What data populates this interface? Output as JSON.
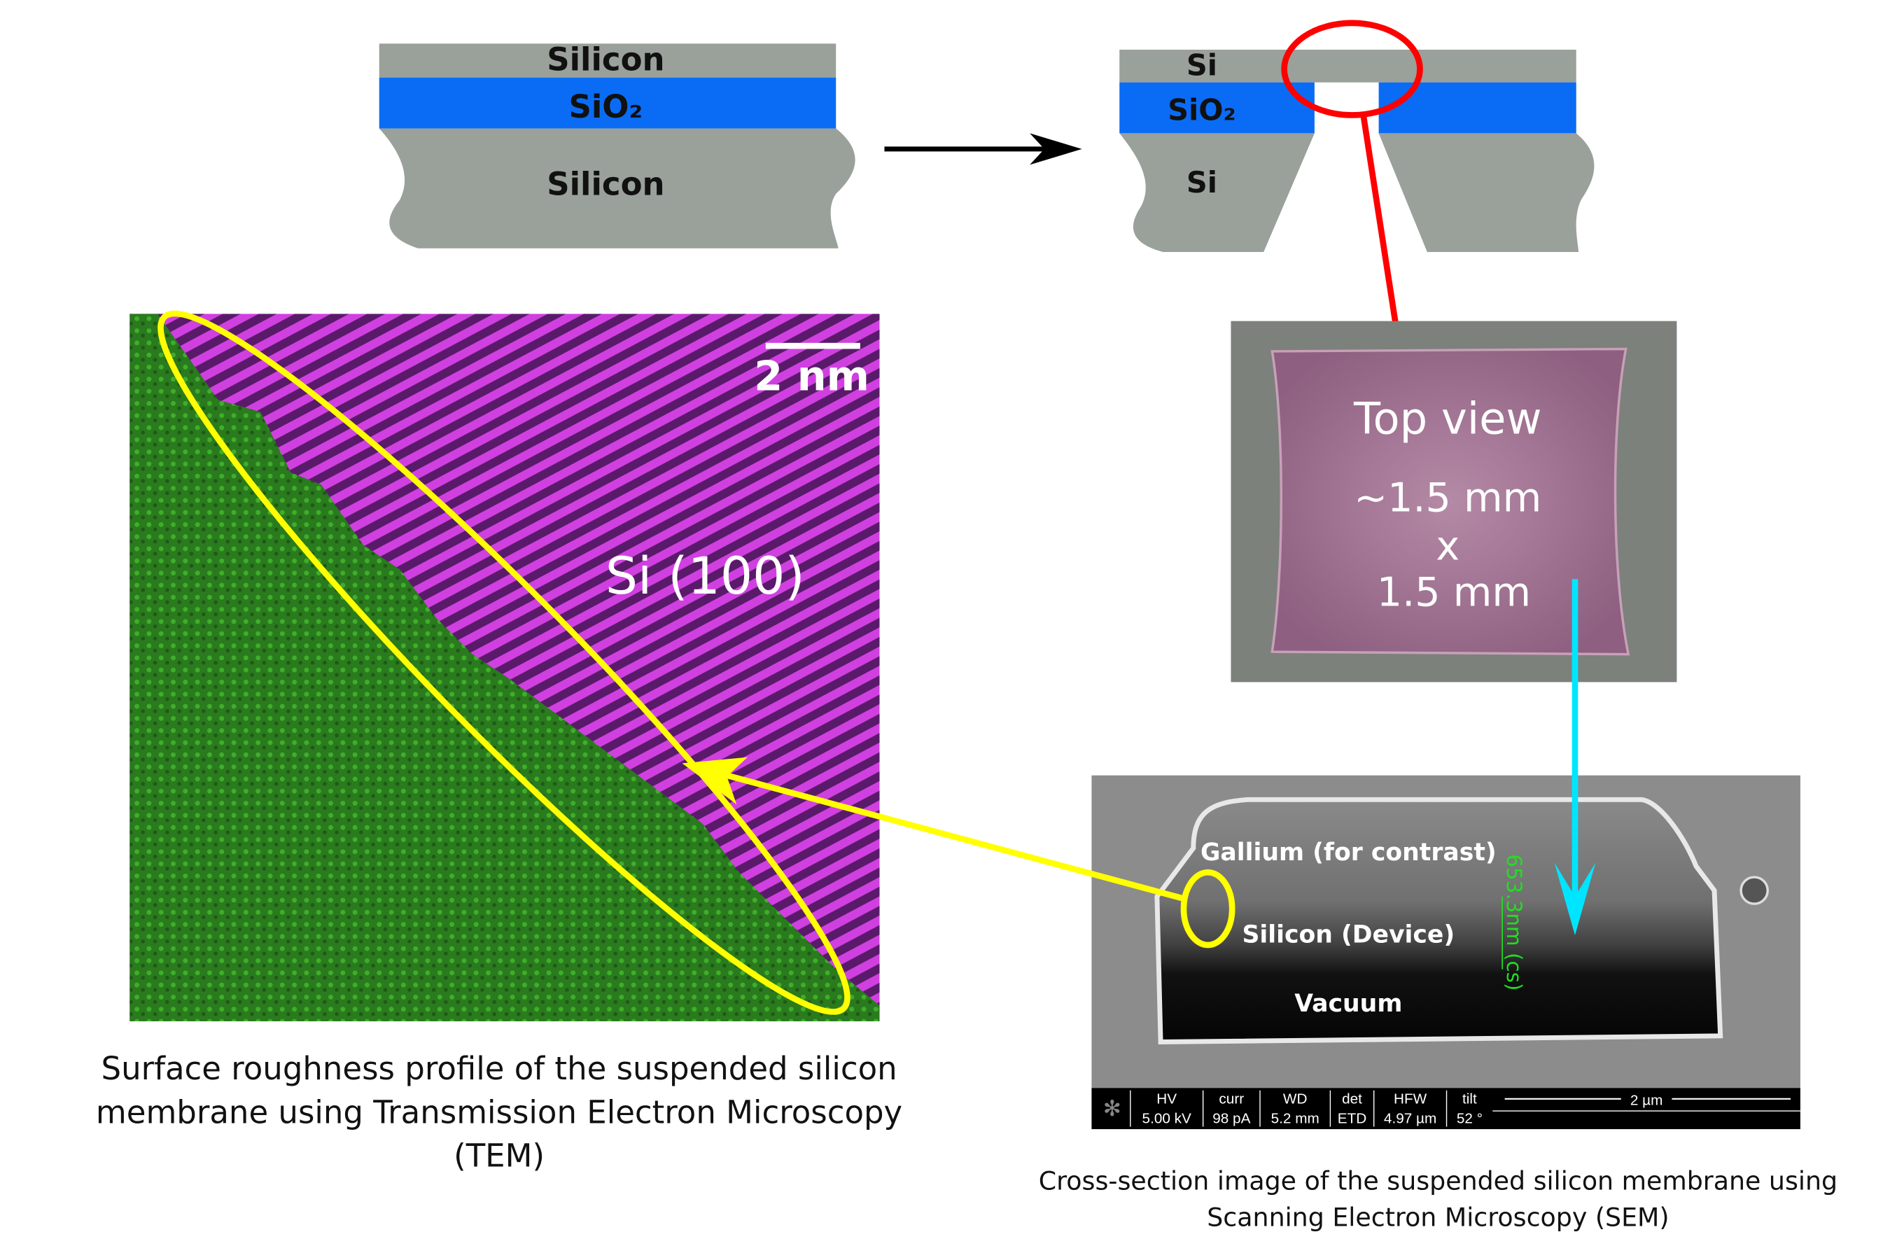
{
  "colors": {
    "silicon": "#9aa09a",
    "sio2": "#0a6cf5",
    "red": "#ff0000",
    "cyan": "#00e5ff",
    "yellow": "#ffff00",
    "tem_green": "#2f8f1f",
    "tem_magenta": "#c030d0",
    "measure_green": "#22dd22"
  },
  "left_stack": {
    "top": "Silicon",
    "middle": "SiO₂",
    "bottom": "Silicon"
  },
  "right_stack": {
    "top": "Si",
    "middle": "SiO₂",
    "bottom": "Si"
  },
  "top_view": {
    "title": "Top view",
    "dim1": "~1.5 mm",
    "x": "x",
    "dim2": "1.5 mm"
  },
  "tem": {
    "scale_label": "2 nm",
    "material": "Si (100)",
    "caption": [
      "Surface roughness profile of the suspended silicon",
      "membrane using Transmission Electron Microscopy",
      "(TEM)"
    ]
  },
  "sem": {
    "gallium": "Gallium (for contrast)",
    "silicon": "Silicon (Device)",
    "vacuum": "Vacuum",
    "measurement": "653.3nm (cs)",
    "info": [
      {
        "k": "HV",
        "v": "5.00 kV"
      },
      {
        "k": "curr",
        "v": "98 pA"
      },
      {
        "k": "WD",
        "v": "5.2 mm"
      },
      {
        "k": "det",
        "v": "ETD"
      },
      {
        "k": "HFW",
        "v": "4.97 µm"
      },
      {
        "k": "tilt",
        "v": "52 °"
      }
    ],
    "scale": "2 µm",
    "caption": [
      "Cross-section image of the suspended silicon membrane using",
      "Scanning Electron Microscopy (SEM)"
    ]
  }
}
